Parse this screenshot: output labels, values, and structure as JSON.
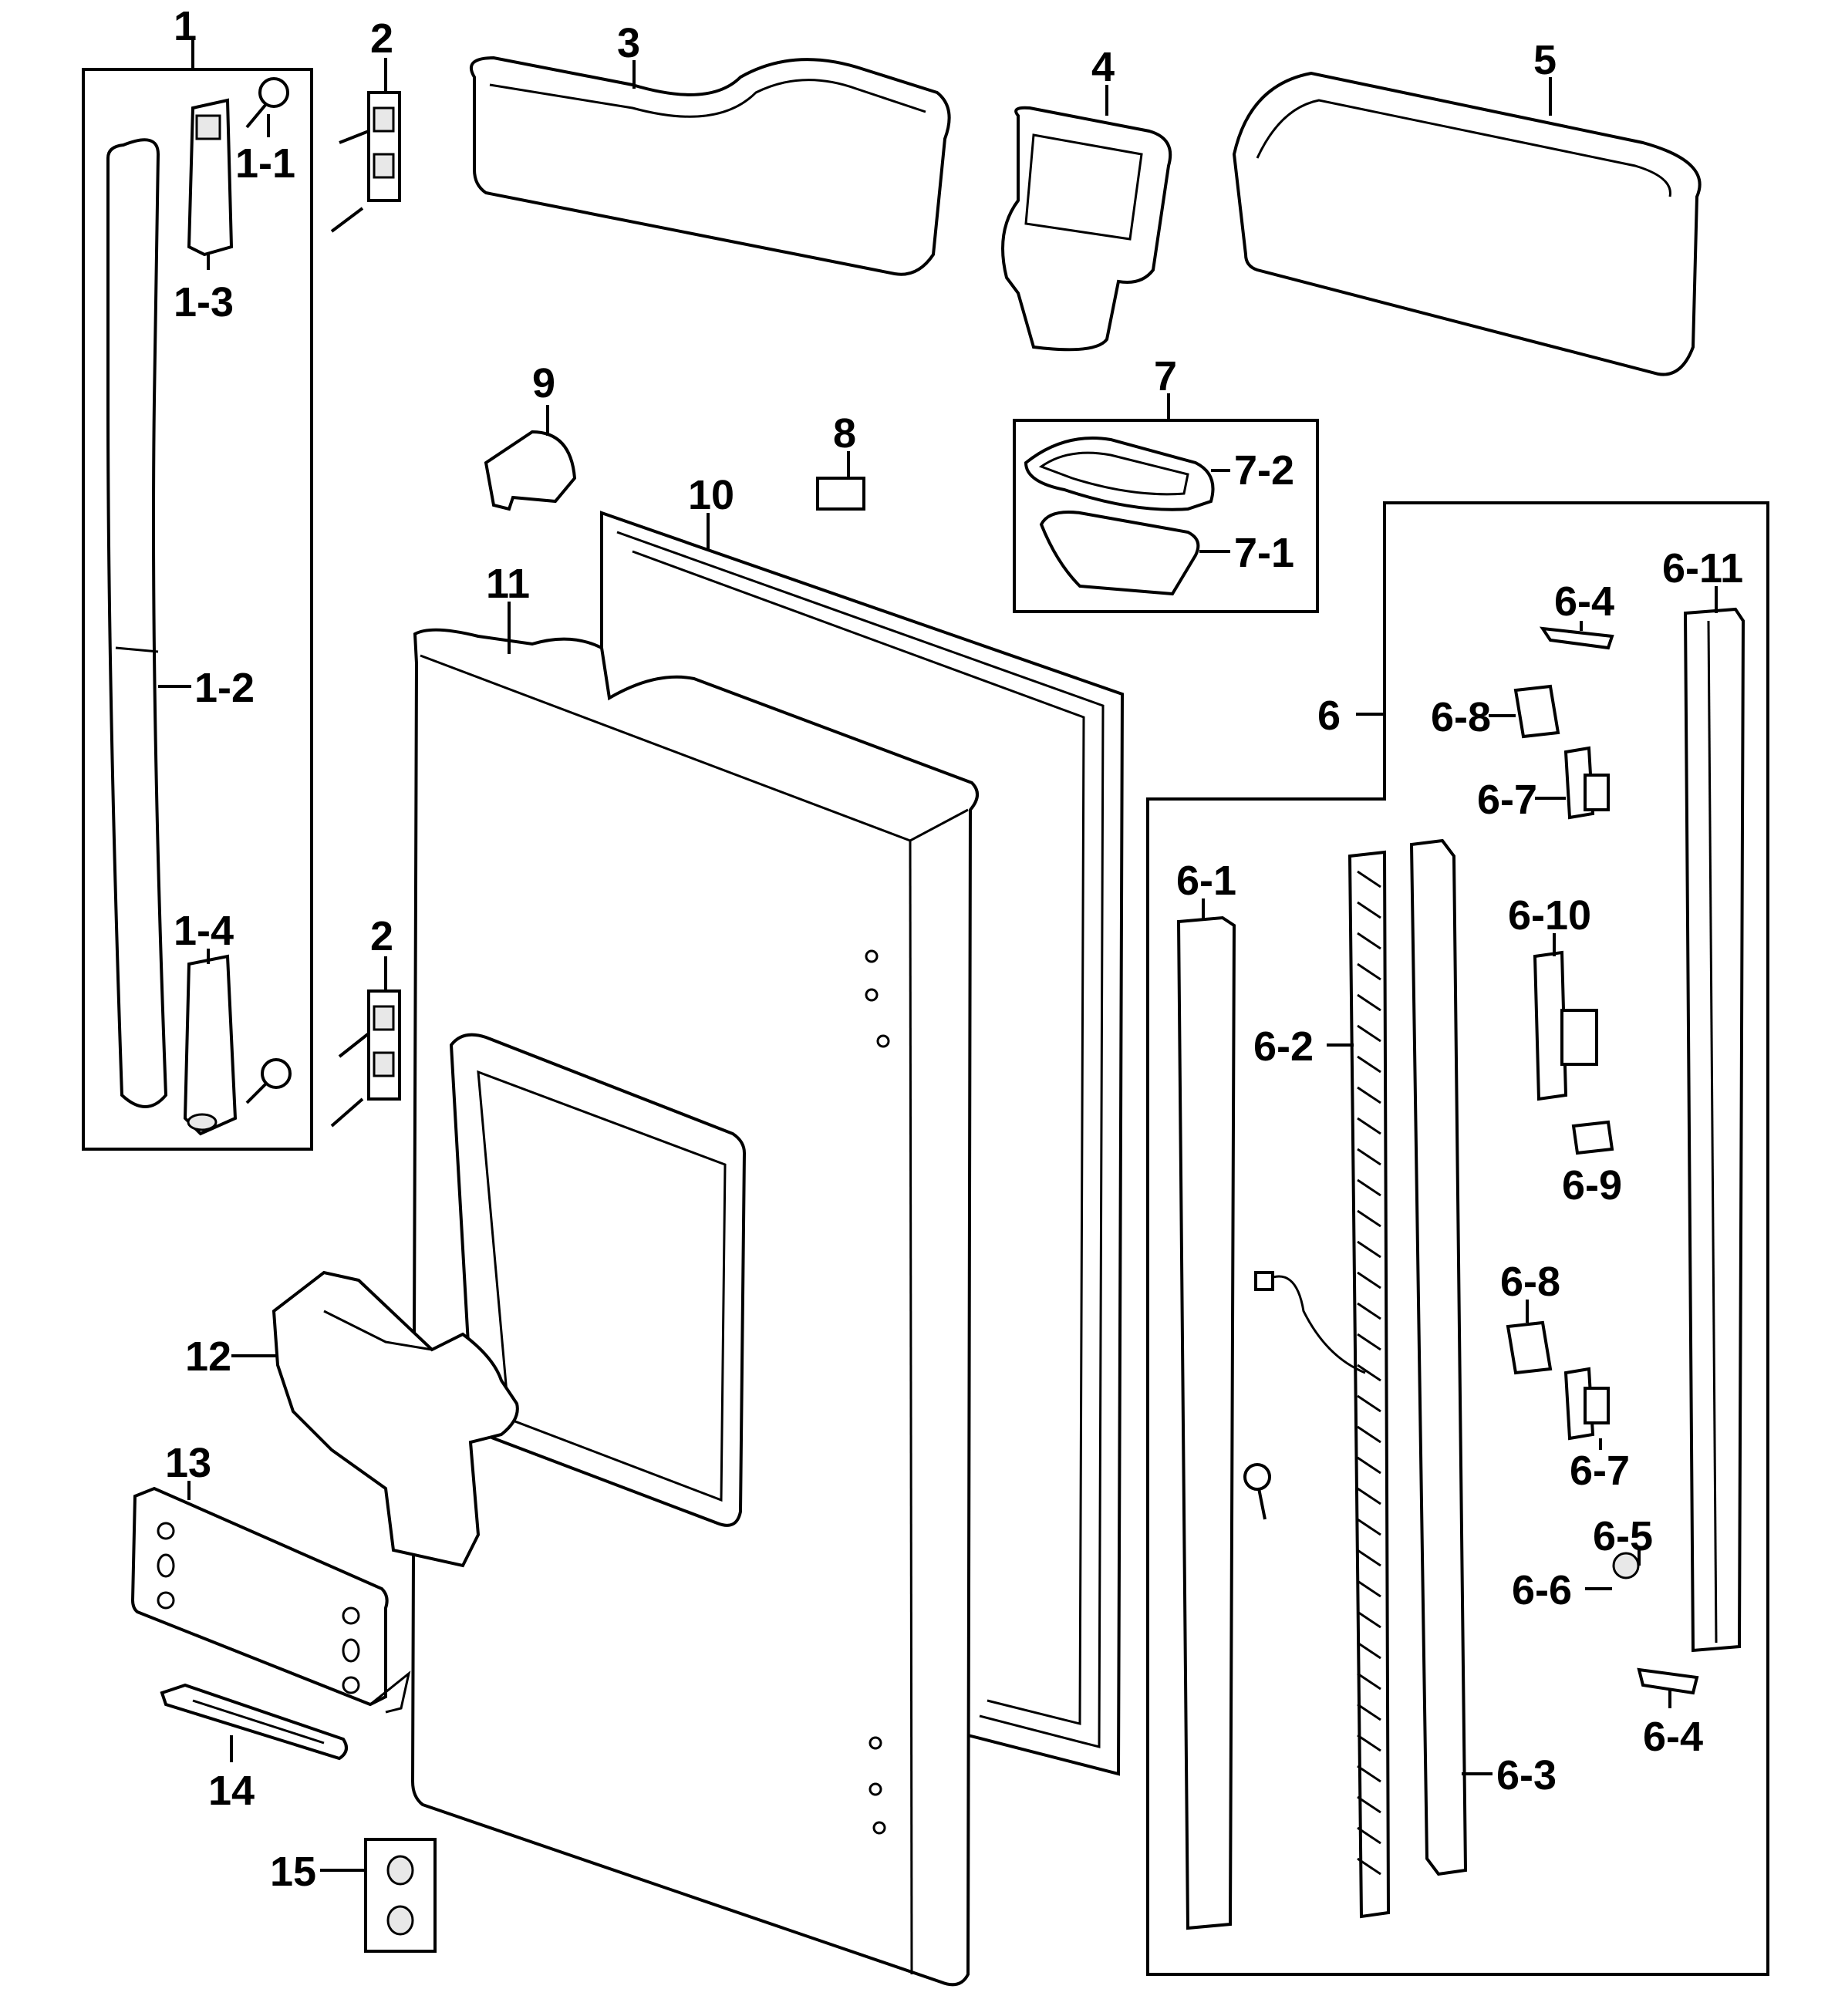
{
  "labels": {
    "l1": "1",
    "l1_1": "1-1",
    "l1_2": "1-2",
    "l1_3": "1-3",
    "l1_4": "1-4",
    "l2a": "2",
    "l2b": "2",
    "l3": "3",
    "l4": "4",
    "l5": "5",
    "l6": "6",
    "l6_1": "6-1",
    "l6_2": "6-2",
    "l6_3": "6-3",
    "l6_4a": "6-4",
    "l6_4b": "6-4",
    "l6_5": "6-5",
    "l6_6": "6-6",
    "l6_7a": "6-7",
    "l6_7b": "6-7",
    "l6_8a": "6-8",
    "l6_8b": "6-8",
    "l6_9": "6-9",
    "l6_10": "6-10",
    "l6_11": "6-11",
    "l7": "7",
    "l7_1": "7-1",
    "l7_2": "7-2",
    "l8": "8",
    "l9": "9",
    "l10": "10",
    "l11": "11",
    "l12": "12",
    "l13": "13",
    "l14": "14",
    "l15": "15"
  }
}
